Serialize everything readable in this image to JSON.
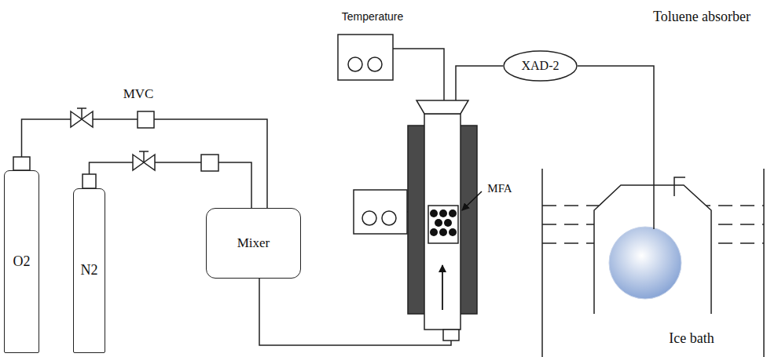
{
  "diagram": {
    "nodes": [
      {
        "text": [
          "O2"
        ]
      },
      {
        "text": [
          "N2"
        ]
      },
      {
        "text": [
          "Mixer"
        ]
      },
      {
        "text": [
          "XAD-2"
        ]
      }
    ],
    "edges": [
      {
        "from": 0,
        "to": 2,
        "arrow": "none"
      },
      {
        "from": 1,
        "to": 2,
        "arrow": "none"
      }
    ],
    "labels": [
      "MVC",
      "Temperature",
      "MFA",
      "Toluene absorber",
      "Ice bath"
    ]
  }
}
